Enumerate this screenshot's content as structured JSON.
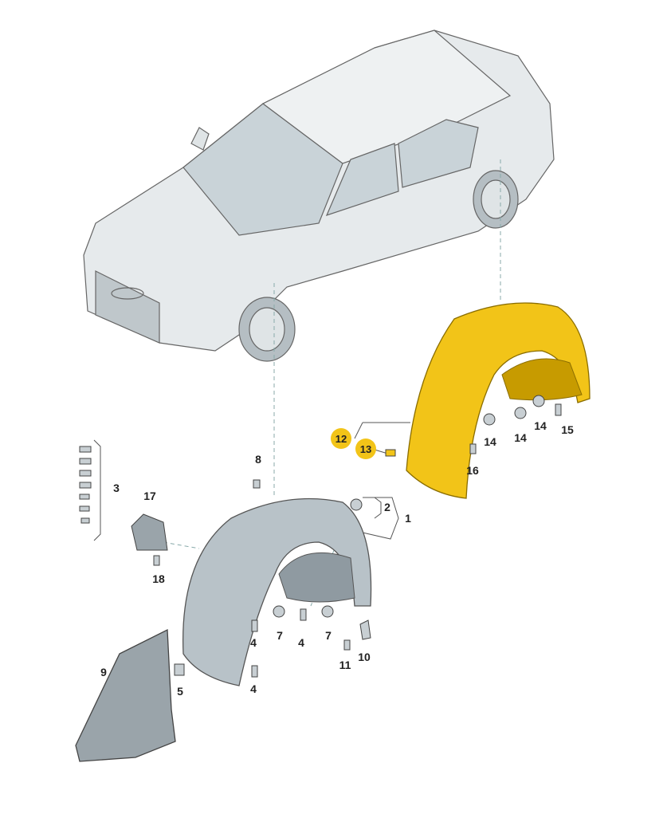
{
  "diagram": {
    "type": "exploded parts diagram",
    "colors": {
      "highlight": "#f2c418",
      "part_gray": "#b8c2c8",
      "car_body": "#e4e8ea",
      "line": "#555555"
    },
    "labels": {
      "l1": "1",
      "l2": "2",
      "l3": "3",
      "l4a": "4",
      "l4b": "4",
      "l4c": "4",
      "l5": "5",
      "l7a": "7",
      "l7b": "7",
      "l8": "8",
      "l9": "9",
      "l10": "10",
      "l11": "11",
      "l12": "12",
      "l13": "13",
      "l14a": "14",
      "l14b": "14",
      "l14c": "14",
      "l15": "15",
      "l16": "16",
      "l17": "17",
      "l18": "18"
    },
    "highlighted_labels": [
      "12",
      "13"
    ]
  }
}
